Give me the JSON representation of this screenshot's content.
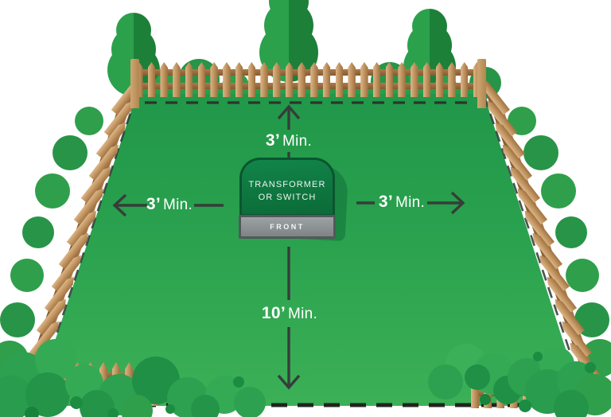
{
  "clearances": {
    "back": {
      "num": "3’",
      "unit": "Min."
    },
    "left": {
      "num": "3’",
      "unit": "Min."
    },
    "right": {
      "num": "3’",
      "unit": "Min."
    },
    "front": {
      "num": "10’",
      "unit": "Min."
    }
  },
  "equipment": {
    "line1": "TRANSFORMER",
    "line2": "OR SWITCH",
    "front_label": "FRONT"
  },
  "colors": {
    "lawn_green": "#28a04d",
    "equipment_green": "#0d7a40",
    "panel_gray": "#8e9294",
    "fence_brown": "#b98a57",
    "arrow_dark": "#363d3a",
    "tree_light": "#2ba14c",
    "tree_dark": "#1d8038"
  }
}
